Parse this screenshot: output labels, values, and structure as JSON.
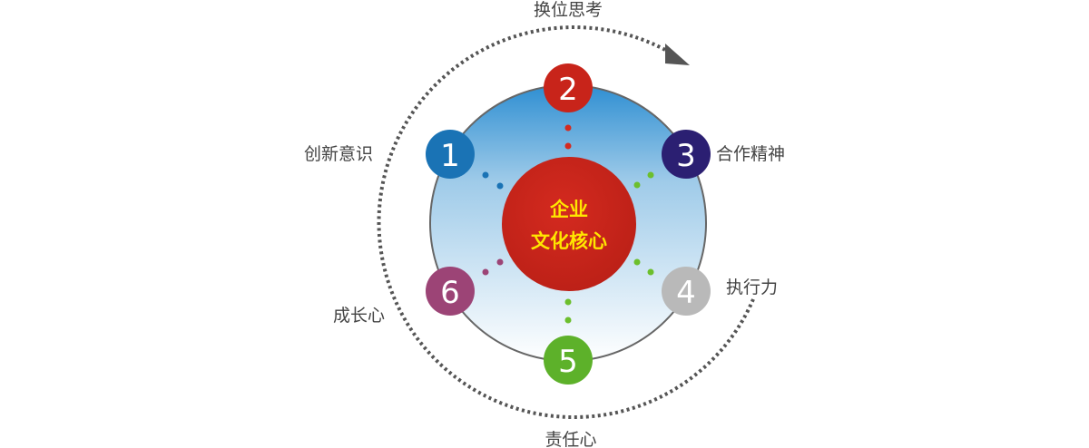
{
  "center": {
    "line1": "企业",
    "line2": "文化核心",
    "color": "#c8241a",
    "text_color": "#ffe600"
  },
  "arrow_label": "换位思考",
  "nodes": [
    {
      "id": "1",
      "number": "1",
      "label": "创新意识",
      "color": "#1a73b5"
    },
    {
      "id": "2",
      "number": "2",
      "label": "",
      "color": "#c8241a"
    },
    {
      "id": "3",
      "number": "3",
      "label": "合作精神",
      "color": "#2b1f72"
    },
    {
      "id": "4",
      "number": "4",
      "label": "执行力",
      "color": "#b9b9b9"
    },
    {
      "id": "5",
      "number": "5",
      "label": "责任心",
      "color": "#5db12a"
    },
    {
      "id": "6",
      "number": "6",
      "label": "成长心",
      "color": "#9c4476"
    }
  ],
  "colors": {
    "ring_top": "#2f8fd2",
    "ring_bottom": "#ffffff",
    "ring_stroke": "#666666",
    "arc": "#555555"
  }
}
